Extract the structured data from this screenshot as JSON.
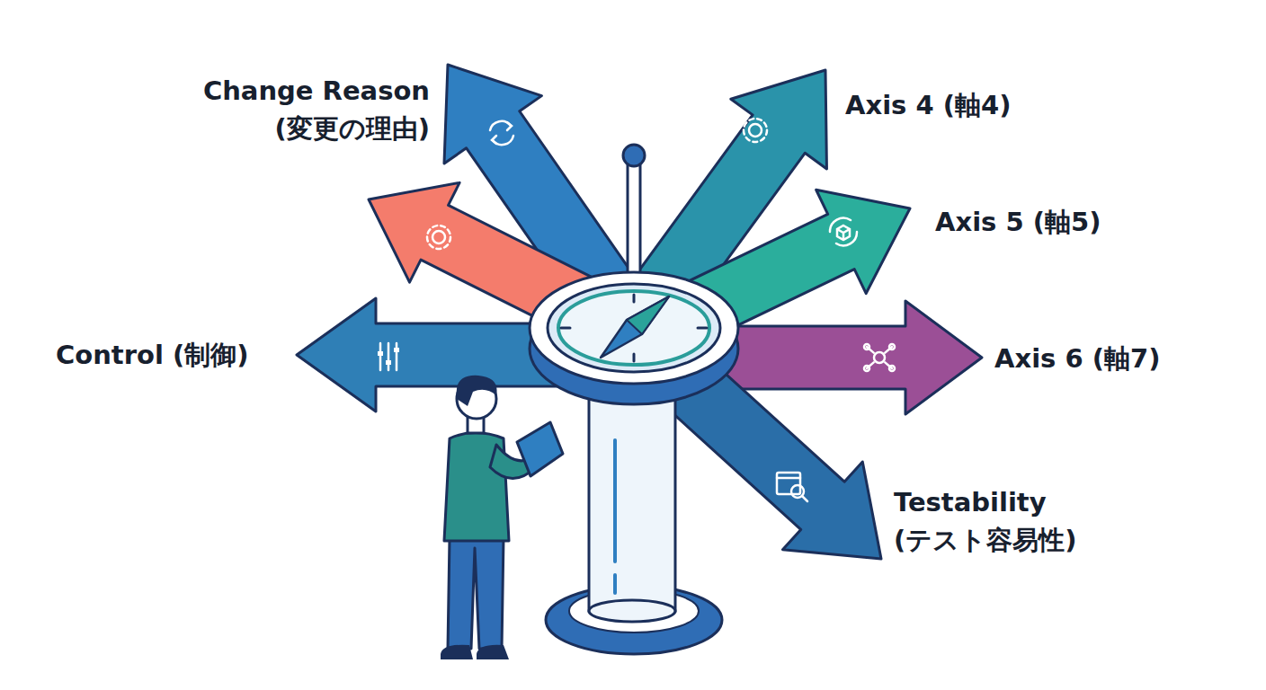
{
  "diagram": {
    "labels": [
      "Change Reason (変更の理由)",
      "Axis 4 (軸4)",
      "Axis 5 (軸5)",
      "Control (制御)",
      "Axis 6 (軸7)",
      "Testability (テスト容易性)"
    ]
  }
}
